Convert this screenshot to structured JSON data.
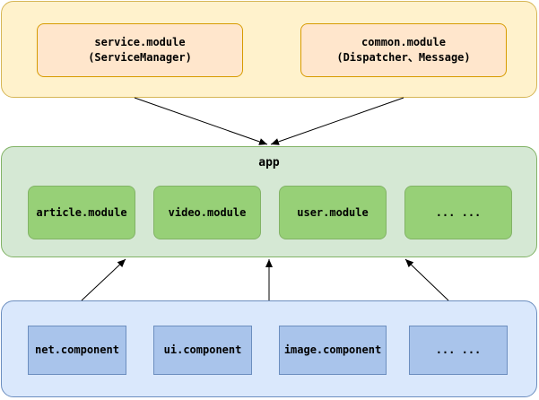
{
  "service_layer": {
    "boxes": [
      {
        "line1": "service.module",
        "line2": "(ServiceManager)"
      },
      {
        "line1": "common.module",
        "line2": "(Dispatcher、Message)"
      }
    ]
  },
  "app_layer": {
    "title": "app",
    "modules": [
      "article.module",
      "video.module",
      "user.module",
      "... ..."
    ]
  },
  "component_layer": {
    "components": [
      "net.component",
      "ui.component",
      "image.component",
      "... ..."
    ]
  },
  "colors": {
    "top_fill": "#fff2cc",
    "top_border": "#d6b656",
    "service_fill": "#ffe6cc",
    "service_border": "#d79b00",
    "app_fill": "#d5e8d4",
    "app_border": "#82b366",
    "module_fill": "#97d077",
    "bottom_fill": "#dae8fc",
    "bottom_border": "#6c8ebf",
    "component_fill": "#a9c4eb"
  }
}
